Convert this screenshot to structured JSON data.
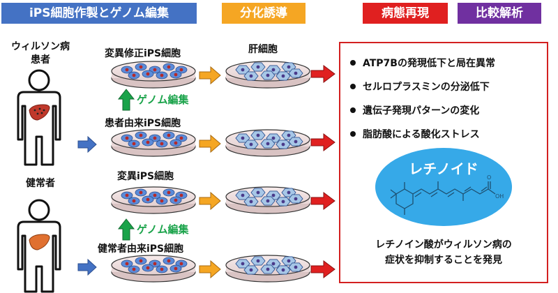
{
  "headers": {
    "ips_editing": "iPS細胞作製とゲノム編集",
    "differentiation": "分化誘導",
    "disease_reproduction": "病態再現",
    "comparative_analysis": "比較解析"
  },
  "patient": {
    "label_line1": "ウィルソン病",
    "label_line2": "患者"
  },
  "healthy": {
    "label": "健常者"
  },
  "cells": {
    "corrected_ips": "変異修正iPS細胞",
    "patient_ips": "患者由来iPS細胞",
    "mutant_ips": "変異iPS細胞",
    "healthy_ips": "健常者由来iPS細胞",
    "hepatocytes": "肝細胞"
  },
  "genome_editing": "ゲノム編集",
  "results": [
    "ATP7Bの発現低下と局在異常",
    "セルロプラスミンの分泌低下",
    "遺伝子発現パターンの変化",
    "脂肪酸による酸化ストレス"
  ],
  "retinoid": {
    "title": "レチノイド",
    "oh_label": "OH",
    "o_label": "O"
  },
  "conclusion": {
    "line1": "レチノイン酸がウィルソン病の",
    "line2": "症状を抑制することを発見"
  },
  "colors": {
    "blue": "#4472C4",
    "orange": "#F5A623",
    "red": "#E02020",
    "purple": "#7030A0",
    "green": "#1AA34A",
    "retinoid": "#36A9E8",
    "liver_patient": "#C0392B",
    "liver_healthy": "#E07030"
  }
}
